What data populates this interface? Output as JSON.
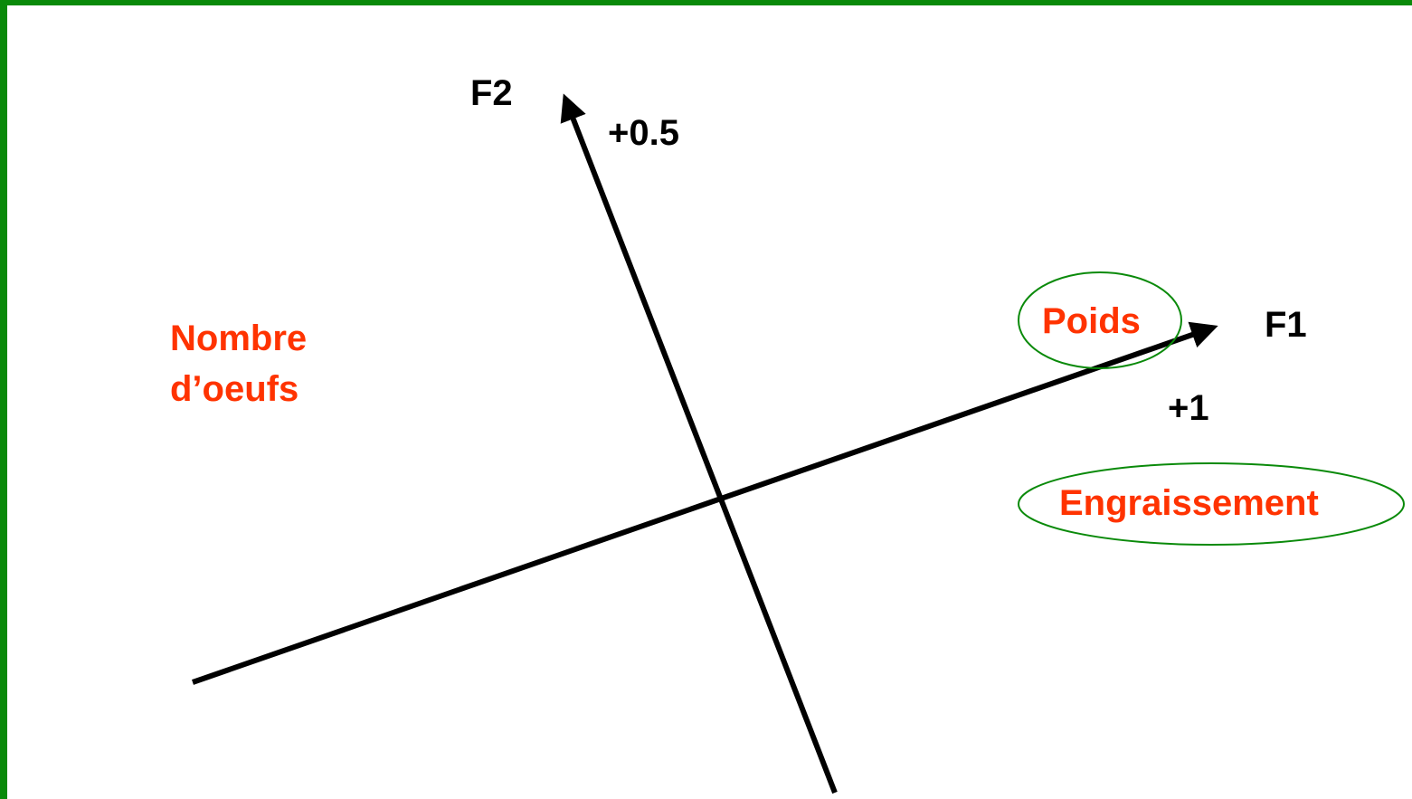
{
  "colors": {
    "frame": "#0a8a0a",
    "axis": "#000000",
    "variable_text": "#ff3300",
    "ellipse": "#0a8a0a"
  },
  "axes": {
    "f1": {
      "label": "F1",
      "tick": "+1"
    },
    "f2": {
      "label": "F2",
      "tick": "+0.5"
    }
  },
  "variables": {
    "nombre_line1": "Nombre",
    "nombre_line2": "d’oeufs",
    "poids": "Poids",
    "engraissement": "Engraissement"
  }
}
